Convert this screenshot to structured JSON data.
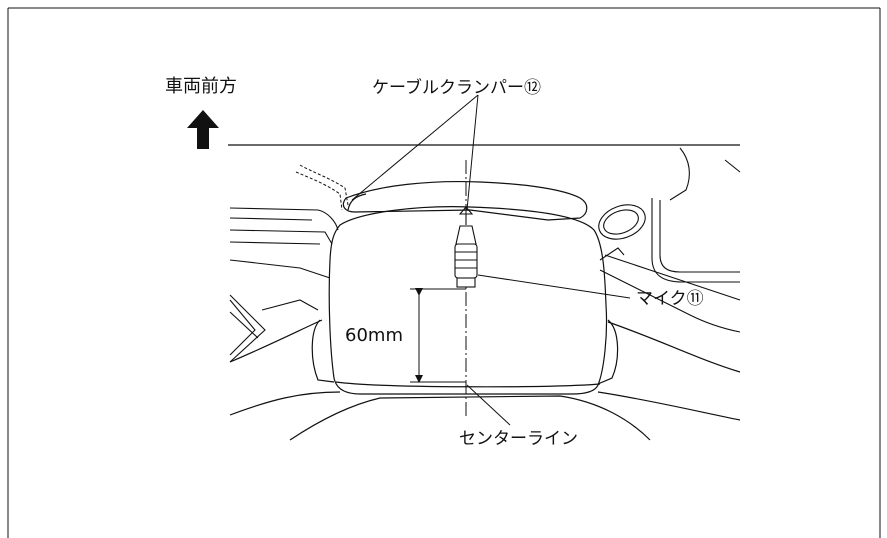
{
  "labels": {
    "vehicle_front": "車両前方",
    "cable_clamper": "ケーブルクランパー⑫",
    "microphone": "マイク⑪",
    "dimension": "60mm",
    "center_line": "センターライン"
  },
  "colors": {
    "line": "#111111",
    "background": "#ffffff"
  }
}
